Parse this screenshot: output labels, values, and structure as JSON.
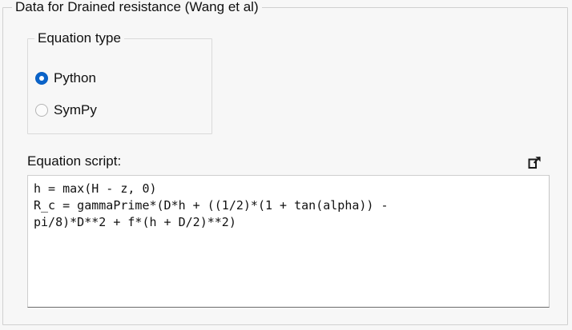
{
  "group": {
    "title": "Data for Drained resistance (Wang et al)"
  },
  "equation_type": {
    "title": "Equation type",
    "options": [
      {
        "label": "Python",
        "selected": true
      },
      {
        "label": "SymPy",
        "selected": false
      }
    ]
  },
  "script_section": {
    "label": "Equation script:",
    "popout_icon": "external-link-icon",
    "code": "h = max(H - z, 0)\nR_c = gammaPrime*(D*h + ((1/2)*(1 + tan(alpha)) -\npi/8)*D**2 + f*(h + D/2)**2)"
  },
  "colors": {
    "background": "#f7f7f7",
    "accent": "#0a63c9",
    "group_border": "#d0d0d0",
    "textbox_background": "#ffffff",
    "text": "#101010"
  }
}
